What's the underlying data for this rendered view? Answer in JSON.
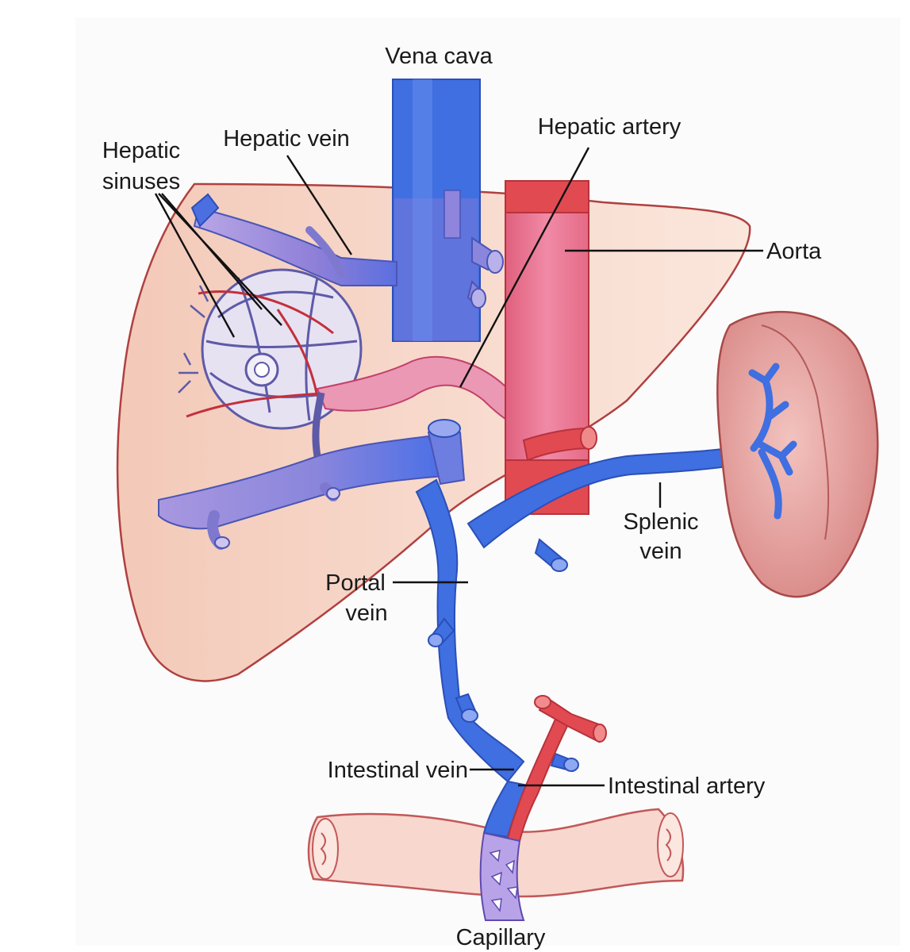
{
  "labels": {
    "vena_cava": "Vena cava",
    "hepatic_artery": "Hepatic artery",
    "hepatic_vein": "Hepatic vein",
    "hepatic_sinuses_1": "Hepatic",
    "hepatic_sinuses_2": "sinuses",
    "aorta": "Aorta",
    "splenic_vein_1": "Splenic",
    "splenic_vein_2": "vein",
    "portal_vein_1": "Portal",
    "portal_vein_2": "vein",
    "intestinal_vein": "Intestinal vein",
    "intestinal_artery": "Intestinal artery",
    "capillary": "Capillary"
  },
  "colors": {
    "liver": "#f6d5c8",
    "liver_outline": "#b04040",
    "vein_blue": "#3f6fe0",
    "vein_purple": "#9b87d8",
    "artery_red": "#e0525c",
    "aorta_pink": "#e8789a",
    "spleen": "#e8a7a4",
    "intestine": "#f8d7cf"
  }
}
